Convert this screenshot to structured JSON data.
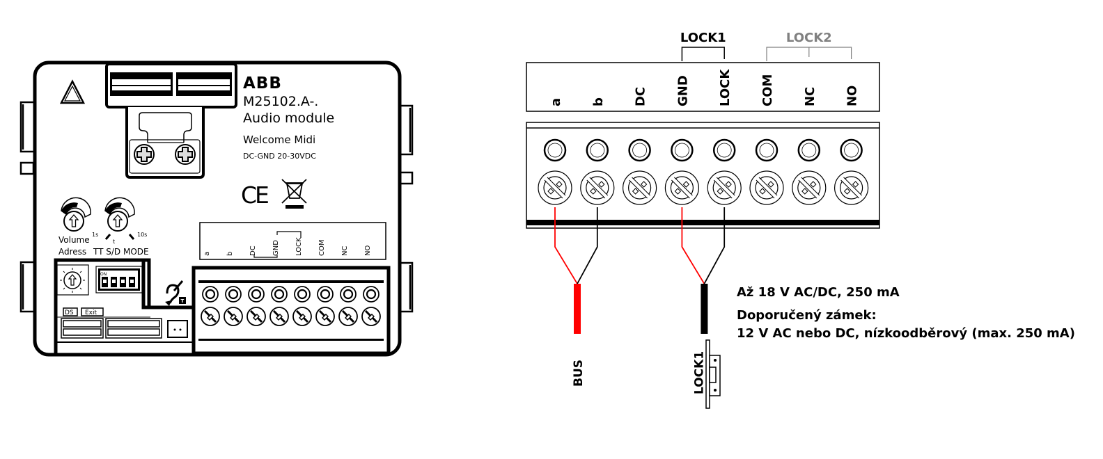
{
  "module": {
    "brand": "ABB",
    "model": "M25102.A-.",
    "name": "Audio module",
    "series": "Welcome Midi",
    "supply": "DC-GND 20-30VDC",
    "ce_mark": "CE",
    "knob_labels": {
      "volume": "Volume",
      "adress": "Adress",
      "t": "t",
      "t_min": "1s",
      "t_max": "10s",
      "tt_mode": "TT S/D MODE"
    },
    "dip_on_label": "ON",
    "connector_labels": {
      "ds": "DS",
      "exit": "Exit"
    },
    "hearing_loop_badge": "T",
    "terminals": [
      "a",
      "b",
      "DC",
      "GND",
      "LOCK",
      "COM",
      "NC",
      "NO"
    ]
  },
  "wiring": {
    "terminals": [
      "a",
      "b",
      "DC",
      "GND",
      "LOCK",
      "COM",
      "NC",
      "NO"
    ],
    "groups": [
      {
        "label": "LOCK1",
        "from": "GND",
        "to": "LOCK",
        "style": "solid",
        "color": "#000000"
      },
      {
        "label": "LOCK2",
        "from": "COM",
        "to": "NO",
        "style": "dashed",
        "color": "#808080"
      }
    ],
    "cables": [
      {
        "label": "BUS",
        "wires": [
          {
            "terminal": "a",
            "color": "#ff0000"
          },
          {
            "terminal": "b",
            "color": "#000000"
          }
        ],
        "sheath_color": "#ff0000"
      },
      {
        "label": "LOCK1",
        "wires": [
          {
            "terminal": "GND",
            "color": "#ff0000"
          },
          {
            "terminal": "LOCK",
            "color": "#000000"
          }
        ],
        "sheath_color": "#000000"
      }
    ],
    "notes": [
      "Až 18 V AC/DC, 250 mA",
      "Doporučený zámek:",
      "12 V AC nebo DC, nízkoodběrový (max. 250 mA)"
    ]
  }
}
